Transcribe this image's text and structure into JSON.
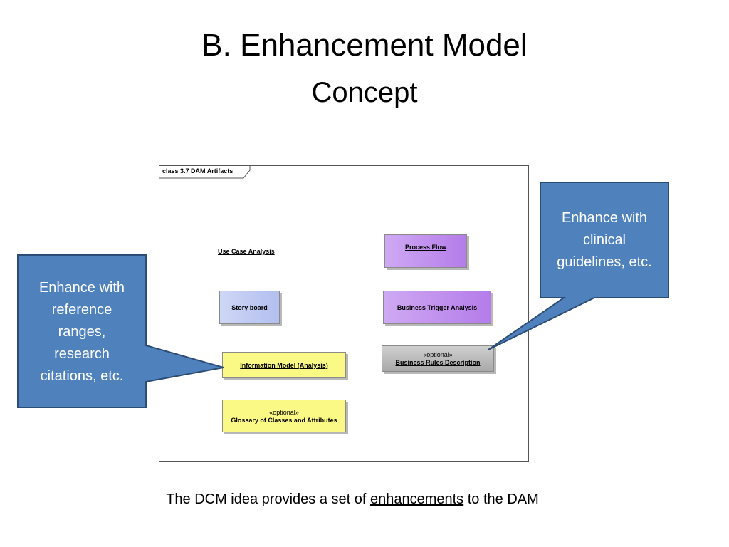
{
  "title": "B. Enhancement Model",
  "subtitle": "Concept",
  "diagram": {
    "frame_label": "class 3.7 DAM Artifacts",
    "packages": {
      "use_case": "Use Case Analysis",
      "process_flow": "Process Flow",
      "story_board": "Story board",
      "business_trigger": "Business Trigger Analysis",
      "info_model": "Information Model (Analysis)",
      "business_rules_stereotype": "«optional»",
      "business_rules": "Business Rules Description",
      "glossary_stereotype": "«optional»",
      "glossary": "Glossary of Classes and Attributes"
    }
  },
  "callouts": {
    "left": [
      "Enhance with",
      "reference",
      "ranges,",
      "research",
      "citations, etc."
    ],
    "right": [
      "Enhance with",
      "clinical",
      "guidelines, etc."
    ],
    "fill": "#4f81bd",
    "stroke": "#2c4d75"
  },
  "footer": {
    "prefix": "The DCM idea provides a set of ",
    "link": "enhancements",
    "suffix": " to the DAM"
  }
}
